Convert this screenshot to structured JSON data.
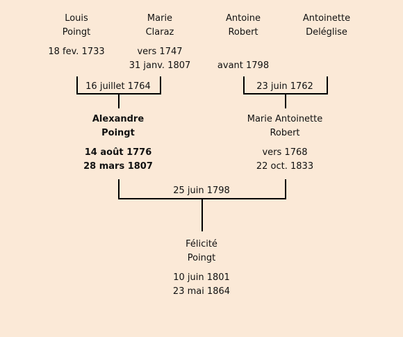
{
  "grandparents": [
    {
      "first": "Louis",
      "last": "Poingt",
      "birth": "18 fev. 1733",
      "death": ""
    },
    {
      "first": "Marie",
      "last": "Claraz",
      "birth": "vers 1747",
      "death": "31 janv. 1807"
    },
    {
      "first": "Antoine",
      "last": "Robert",
      "birth": "",
      "death": "avant 1798"
    },
    {
      "first": "Antoinette",
      "last": "Deléglise",
      "birth": "",
      "death": ""
    }
  ],
  "marriages": {
    "poingt_claraz": "16 juillet 1764",
    "robert_deleglise": "23 juin 1762",
    "poingt_robert": "25 juin 1798"
  },
  "parents": [
    {
      "first": "Alexandre",
      "last": "Poingt",
      "birth": "14 août 1776",
      "death": "28 mars 1807"
    },
    {
      "first": "Marie Antoinette",
      "last": "Robert",
      "birth": "vers 1768",
      "death": "22 oct. 1833"
    }
  ],
  "child": {
    "first": "Félicité",
    "last": "Poingt",
    "birth": "10 juin 1801",
    "death": "23 mai 1864"
  }
}
